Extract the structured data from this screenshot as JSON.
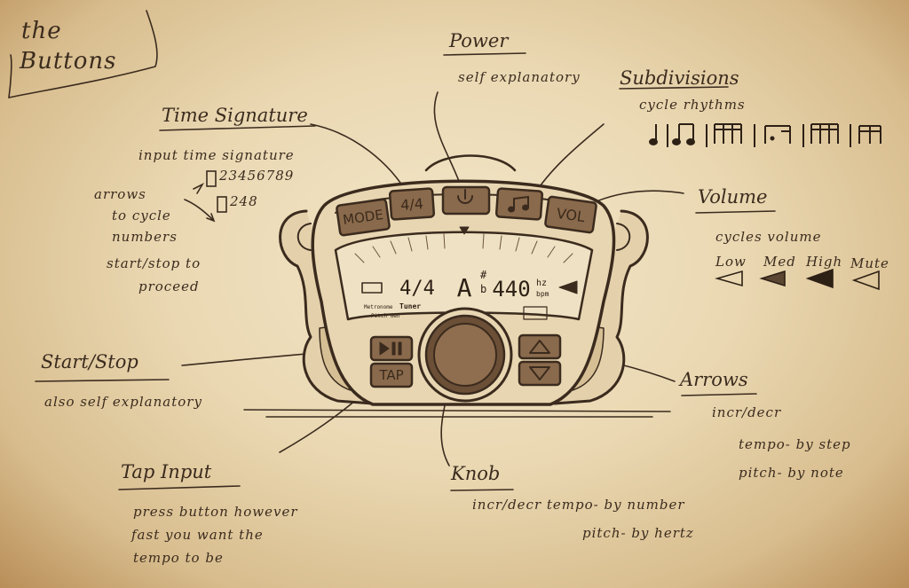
{
  "title": [
    "the",
    "Buttons"
  ],
  "labels": {
    "power": {
      "name": "Power",
      "desc": "self explanatory"
    },
    "subdivisions": {
      "name": "Subdivisions",
      "desc": "cycle rhythms"
    },
    "time_signature": {
      "name": "Time Signature",
      "desc": "input time signature",
      "top_digits": "23456789",
      "bottom_digits": "248"
    },
    "time_sig_notes": [
      "arrows",
      "to cycle",
      "numbers",
      "start/stop to",
      "proceed"
    ],
    "volume": {
      "name": "Volume",
      "desc": "cycles volume",
      "levels": [
        "Low",
        "Med",
        "High",
        "Mute"
      ]
    },
    "start_stop": {
      "name": "Start/Stop",
      "desc": "also self explanatory"
    },
    "arrows": {
      "name": "Arrows",
      "desc": "incr/decr",
      "line2": "tempo- by step",
      "line3": "pitch- by note"
    },
    "knob": {
      "name": "Knob",
      "desc": "incr/decr tempo- by number",
      "line2": "pitch- by hertz"
    },
    "tap_input": {
      "name": "Tap Input",
      "desc": [
        "press button however",
        "fast you want the",
        "tempo to be"
      ]
    }
  },
  "device": {
    "buttons": {
      "mode": "MODE",
      "time_sig": "4/4",
      "vol": "VOL",
      "tap": "TAP"
    },
    "lcd": {
      "time_sig": "4/4",
      "note": "A",
      "sharp": "#",
      "flat": "b",
      "freq": "440",
      "unit_hz": "hz",
      "unit_bpm": "bpm",
      "mode_metronome": "Metronome",
      "mode_tuner": "Tuner",
      "mode_pitch": "Pitch Gen"
    }
  }
}
